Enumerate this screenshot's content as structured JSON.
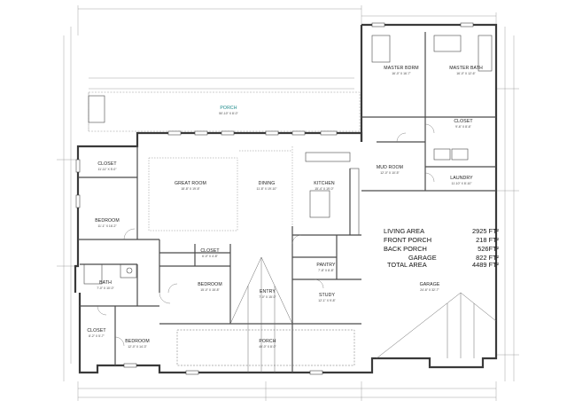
{
  "rooms": {
    "master_bdrm": {
      "name": "MASTER BDRM",
      "dim": "16'-0\" X 16'-7\""
    },
    "master_bath": {
      "name": "MASTER BATH",
      "dim": "16'-0\" X 12'-6\""
    },
    "porch_top": {
      "name": "PORCH",
      "dim": "50'-10\" X 8'-0\""
    },
    "closet_master": {
      "name": "CLOSET",
      "dim": "9'-6\" X 8'-6\""
    },
    "closet_left": {
      "name": "CLOSET",
      "dim": "11'-11\" X 5'-0\""
    },
    "great_room": {
      "name": "GREAT ROOM",
      "dim": "18'-8\" X 19'-8\""
    },
    "dining": {
      "name": "DINING",
      "dim": "11'-8\" X 19'-10\""
    },
    "kitchen": {
      "name": "KITCHEN",
      "dim": "15'-4\" X 19'-0\""
    },
    "mud_room": {
      "name": "MUD ROOM",
      "dim": "12'-0\" X 10'-5\""
    },
    "laundry": {
      "name": "LAUNDRY",
      "dim": "11'-10\" X 8'-10\""
    },
    "bedroom_left": {
      "name": "BEDROOM",
      "dim": "11'-1\" X 16'-2\""
    },
    "closet_mid": {
      "name": "CLOSET",
      "dim": "6'-0\" X 4'-8\""
    },
    "pantry": {
      "name": "PANTRY",
      "dim": "7'-8\" X 8'-8\""
    },
    "bath": {
      "name": "BATH",
      "dim": "7'-0\" X 10'-0\""
    },
    "bedroom_mid": {
      "name": "BEDROOM",
      "dim": "15'-0\" X 15'-8\""
    },
    "entry": {
      "name": "ENTRY",
      "dim": "7'-0\" X 15'-0\""
    },
    "study": {
      "name": "STUDY",
      "dim": "12'-1\" X 9'-8\""
    },
    "garage": {
      "name": "GARAGE",
      "dim": "24'-6\" X 32'-7\""
    },
    "closet_bottom": {
      "name": "CLOSET",
      "dim": "8'-2\" X 5'-7\""
    },
    "bedroom_bottom": {
      "name": "BEDROOM",
      "dim": "12'-0\" X 14'-3\""
    },
    "porch_bottom": {
      "name": "PORCH",
      "dim": "40'-0\" X 8'-0\""
    }
  },
  "area_table": [
    {
      "label": "LIVING AREA",
      "value": "2925 FT²"
    },
    {
      "label": "FRONT PORCH",
      "value": "218 FT²"
    },
    {
      "label": "BACK PORCH",
      "value": "526FT²"
    },
    {
      "label": "GARAGE",
      "value": "822 FT²"
    },
    {
      "label": "TOTAL AREA",
      "value": "4489 FT²"
    }
  ],
  "colors": {
    "wall": "#3a3a3a",
    "dim_line": "#7a7a7a",
    "accent": "#1b8a8a",
    "paper": "#ffffff"
  }
}
